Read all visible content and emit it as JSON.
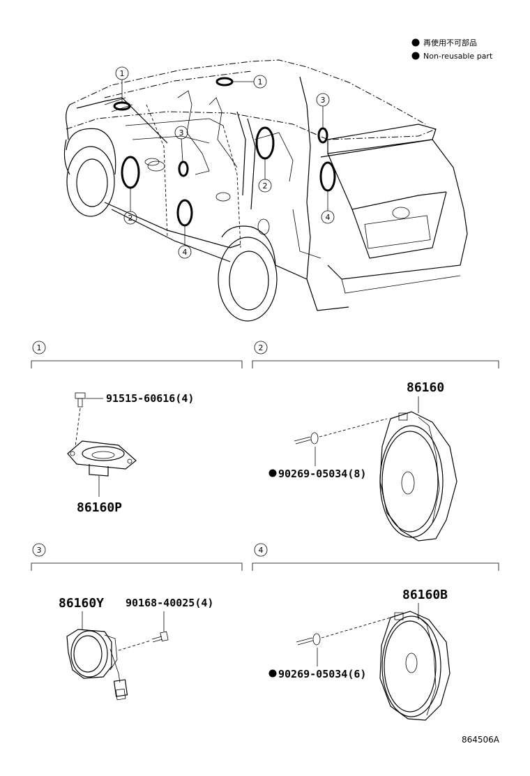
{
  "legend": {
    "jp": "再使用不可部品",
    "en": "Non-reusable part"
  },
  "callouts": [
    "1",
    "2",
    "3",
    "4"
  ],
  "sections": [
    {
      "id": "1",
      "parts": [
        "91515-60616(4)",
        "86160P"
      ]
    },
    {
      "id": "2",
      "parts": [
        "86160",
        "90269-05034(8)"
      ]
    },
    {
      "id": "3",
      "parts": [
        "86160Y",
        "90168-40025(4)"
      ]
    },
    {
      "id": "4",
      "parts": [
        "86160B",
        "90269-05034(6)"
      ]
    }
  ],
  "diagram_code": "864506A"
}
